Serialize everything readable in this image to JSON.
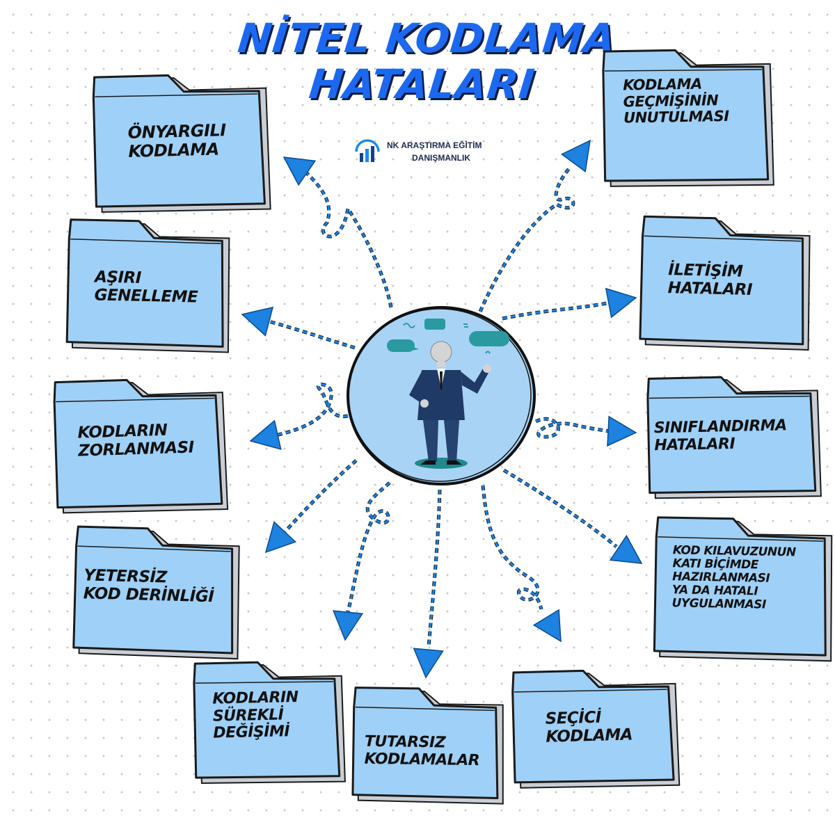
{
  "title": {
    "line1": "NİTEL KODLAMA",
    "line2": "HATALARI"
  },
  "brand": {
    "line1": "NK ARAŞTIRMA EĞİTİM",
    "line2": "DANIŞMANLIK"
  },
  "colors": {
    "folder_fill": "#9fd0f7",
    "folder_back": "#c9ced4",
    "outline": "#1a1a1a",
    "arrow": "#1d82e0",
    "title": "#1c68f0"
  },
  "hub": {
    "icon": "businessman-speech-bubbles-icon"
  },
  "folders": [
    {
      "id": "onyargili",
      "lines": [
        "ÖNYARGILI",
        "KODLAMA"
      ]
    },
    {
      "id": "asiri",
      "lines": [
        "AŞIRI",
        "GENELLEME"
      ]
    },
    {
      "id": "zorlanmasi",
      "lines": [
        "KODLARIN",
        "ZORLANMASI"
      ]
    },
    {
      "id": "yetersiz",
      "lines": [
        "YETERSİZ",
        "KOD DERİNLİĞİ"
      ]
    },
    {
      "id": "surekli",
      "lines": [
        "KODLARIN",
        "SÜREKLİ",
        "DEĞİŞİMİ"
      ]
    },
    {
      "id": "tutarsiz",
      "lines": [
        "TUTARSIZ",
        "KODLAMALAR"
      ]
    },
    {
      "id": "secici",
      "lines": [
        "SEÇİCİ",
        "KODLAMA"
      ]
    },
    {
      "id": "kilavuz",
      "lines": [
        "KOD KILAVUZUNUN",
        "KATI BİÇİMDE",
        "HAZIRLANMASI",
        "YA DA HATALI",
        "UYGULANMASI"
      ]
    },
    {
      "id": "siniflandirma",
      "lines": [
        "SINIFLANDIRMA",
        "HATALARI"
      ]
    },
    {
      "id": "iletisim",
      "lines": [
        "İLETİŞİM",
        "HATALARI"
      ]
    },
    {
      "id": "gecmis",
      "lines": [
        "KODLAMA",
        "GEÇMİŞİNİN",
        "UNUTULMASI"
      ]
    }
  ]
}
